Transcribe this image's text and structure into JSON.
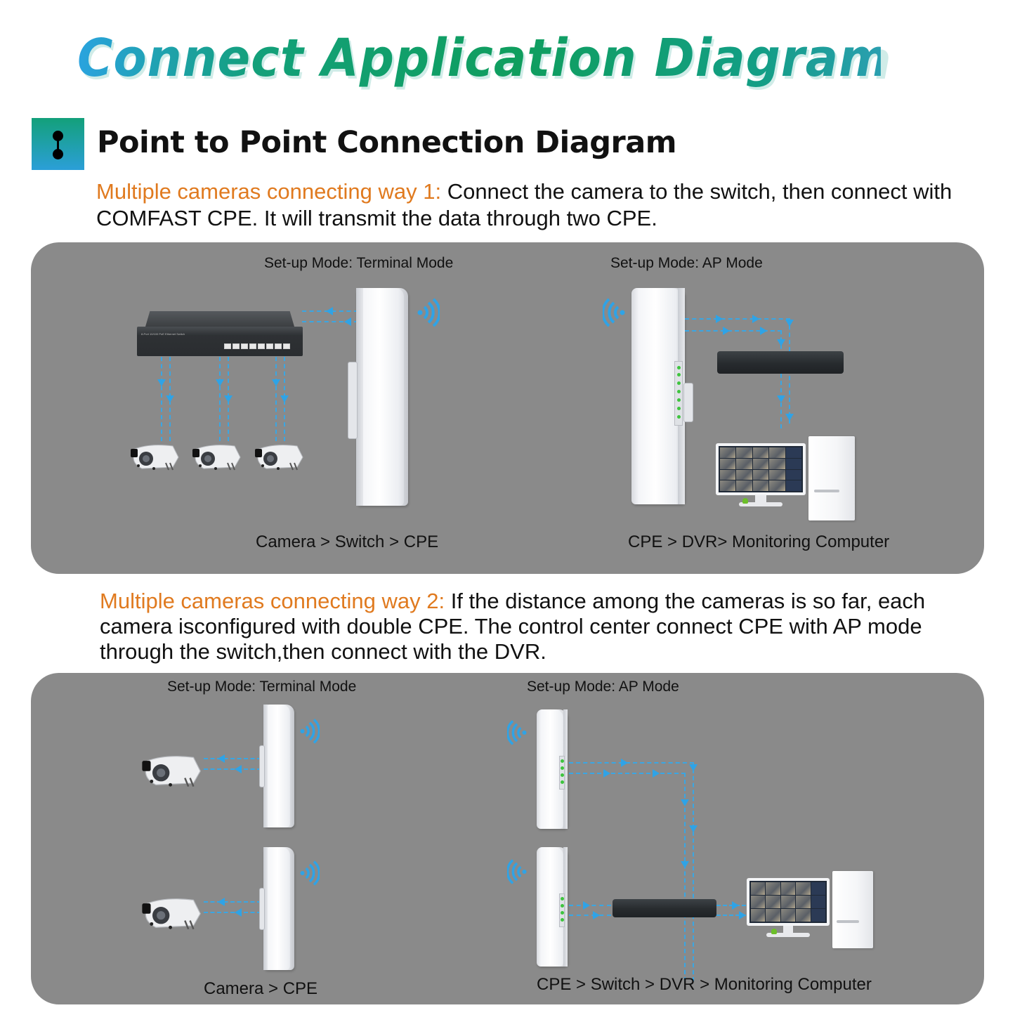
{
  "header": {
    "title": "Connect Application Diagram",
    "section_title": "Point to Point Connection Diagram",
    "section_icon": "point-to-point-icon"
  },
  "way1": {
    "highlight": "Multiple cameras connecting way 1:",
    "text": " Connect the camera to the switch, then connect with COMFAST CPE. It will transmit the data through two CPE.",
    "left": {
      "mode_label": "Set-up Mode: Terminal Mode",
      "caption": "Camera > Switch > CPE",
      "devices": [
        "switch",
        "camera",
        "camera",
        "camera",
        "cpe"
      ]
    },
    "right": {
      "mode_label": "Set-up Mode: AP Mode",
      "caption": "CPE > DVR> Monitoring Computer",
      "devices": [
        "cpe",
        "dvr",
        "monitor",
        "computer-tower"
      ]
    }
  },
  "way2": {
    "highlight": "Multiple cameras connecting way 2:",
    "text": " If the distance among the cameras is so far, each camera isconfigured with double CPE. The control center connect CPE with AP mode through the switch,then connect with the DVR.",
    "left": {
      "mode_label": "Set-up Mode: Terminal Mode",
      "caption": "Camera > CPE",
      "devices": [
        "camera",
        "cpe",
        "camera",
        "cpe"
      ]
    },
    "right": {
      "mode_label": "Set-up Mode: AP Mode",
      "caption": "CPE > Switch > DVR > Monitoring Computer",
      "devices": [
        "cpe",
        "cpe",
        "dvr",
        "monitor",
        "computer-tower"
      ]
    }
  },
  "colors": {
    "title_blue": "#2aa3df",
    "title_green": "#0f9e5e",
    "highlight_orange": "#e07a1f",
    "panel_gray": "#8a8a8a",
    "connector_blue": "#3aa6e3"
  }
}
